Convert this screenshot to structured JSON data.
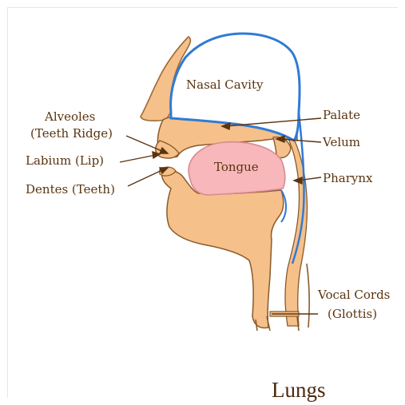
{
  "labels": {
    "nasal_cavity": "Nasal Cavity",
    "palate": "Palate",
    "velum": "Velum",
    "pharynx": "Pharynx",
    "tongue": "Tongue",
    "alveoles_1": "Alveoles",
    "alveoles_2": "(Teeth Ridge)",
    "labium": "Labium (Lip)",
    "dentes": "Dentes (Teeth)",
    "vocal_cords_1": "Vocal Cords",
    "vocal_cords_2": "(Glottis)",
    "lungs": "Lungs"
  },
  "colors": {
    "skin": "#f5c08a",
    "outline": "#8a5a2a",
    "cavity": "#2f7bd6",
    "tongue": "#f7b7bb",
    "label_text": "#5a3410"
  }
}
